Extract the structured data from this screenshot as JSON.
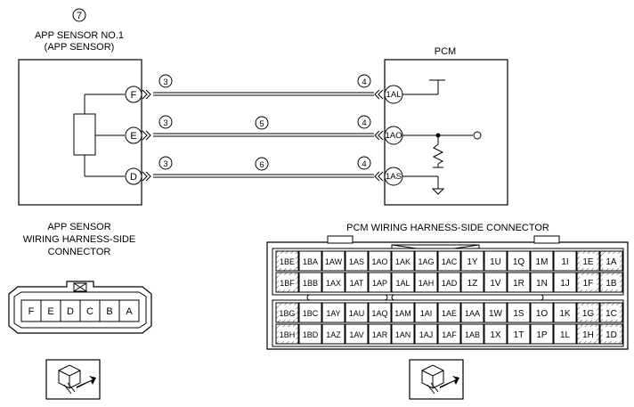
{
  "sensor": {
    "ref_number": "7",
    "title_line1": "APP SENSOR NO.1",
    "title_line2": "(APP SENSOR)",
    "pins": [
      "F",
      "E",
      "D"
    ]
  },
  "pcm": {
    "title": "PCM",
    "pins": [
      "1AL",
      "1AO",
      "1AS"
    ]
  },
  "wires": {
    "sensor_side_marker": "3",
    "pcm_side_marker": "4",
    "mid_markers": [
      "5",
      "6"
    ]
  },
  "sensor_connector": {
    "caption_line1": "APP SENSOR",
    "caption_line2": "WIRING HARNESS-SIDE",
    "caption_line3": "CONNECTOR",
    "pins": [
      "F",
      "E",
      "D",
      "C",
      "B",
      "A"
    ]
  },
  "pcm_connector": {
    "caption": "PCM WIRING HARNESS-SIDE CONNECTOR",
    "upper_rows": [
      [
        "1BE",
        "1BA",
        "1AW",
        "1AS",
        "1AO",
        "1AK",
        "1AG",
        "1AC",
        "1Y",
        "1U",
        "1Q",
        "1M",
        "1I",
        "1E",
        "1A"
      ],
      [
        "1BF",
        "1BB",
        "1AX",
        "1AT",
        "1AP",
        "1AL",
        "1AH",
        "1AD",
        "1Z",
        "1V",
        "1R",
        "1N",
        "1J",
        "1F",
        "1B"
      ]
    ],
    "lower_rows": [
      [
        "1BG",
        "1BC",
        "1AY",
        "1AU",
        "1AQ",
        "1AM",
        "1AI",
        "1AE",
        "1AA",
        "1W",
        "1S",
        "1O",
        "1K",
        "1G",
        "1C"
      ],
      [
        "1BH",
        "1BD",
        "1AZ",
        "1AV",
        "1AR",
        "1AN",
        "1AJ",
        "1AF",
        "1AB",
        "1X",
        "1T",
        "1P",
        "1L",
        "1H",
        "1D"
      ]
    ]
  },
  "icons": [
    "connector-view-icon",
    "connector-view-icon"
  ]
}
